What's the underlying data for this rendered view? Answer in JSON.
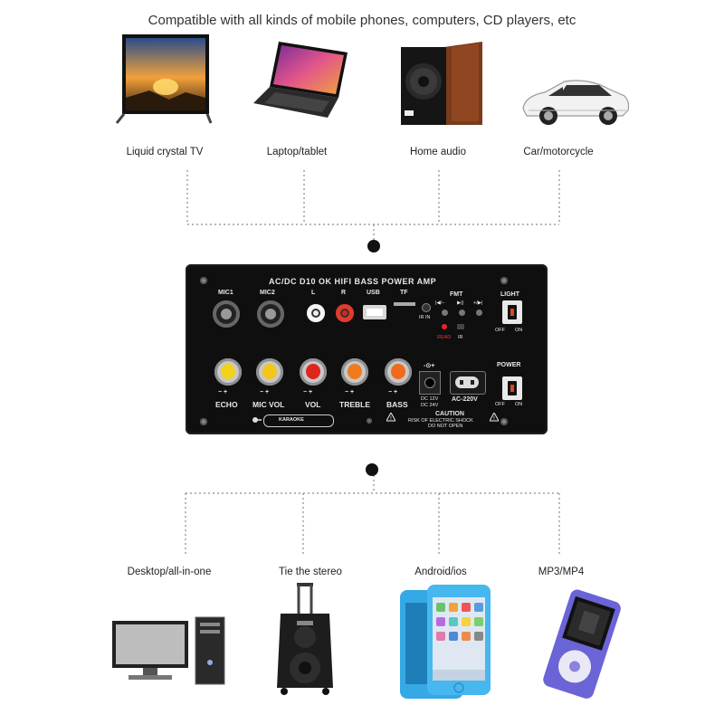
{
  "headline": "Compatible with all kinds of mobile phones, computers, CD players, etc",
  "top_devices": [
    {
      "label": "Liquid crystal TV",
      "icon": "tv-icon"
    },
    {
      "label": "Laptop/tablet",
      "icon": "laptop-icon"
    },
    {
      "label": "Home audio",
      "icon": "speaker-icon"
    },
    {
      "label": "Car/motorcycle",
      "icon": "car-icon"
    }
  ],
  "bottom_devices": [
    {
      "label": "Desktop/all-in-one",
      "icon": "desktop-icon"
    },
    {
      "label": "Tie the stereo",
      "icon": "trolley-speaker-icon"
    },
    {
      "label": "Android/ios",
      "icon": "phone-icon"
    },
    {
      "label": "MP3/MP4",
      "icon": "mp3-player-icon"
    }
  ],
  "board": {
    "title": "AC/DC  D10 OK  HIFI  BASS  POWER  AMP",
    "inputs": {
      "mic1": "MIC1",
      "mic2": "MIC2",
      "l": "L",
      "r": "R",
      "usb": "USB",
      "tf": "TF"
    },
    "controls": {
      "fmt": "FMT",
      "prev": "|◀/−",
      "play": "▶||",
      "next": "+/▶|",
      "ir_in": "IR IN",
      "read": "READ",
      "ir": "IR"
    },
    "light": {
      "label": "LIGHT",
      "off": "OFF",
      "on": "ON"
    },
    "power": {
      "label": "POWER",
      "off": "OFF",
      "on": "ON"
    },
    "knobs": [
      {
        "label": "ECHO",
        "color": "#f2d21a"
      },
      {
        "label": "MIC VOL",
        "color": "#f2c61a"
      },
      {
        "label": "VOL",
        "color": "#e0261c"
      },
      {
        "label": "TREBLE",
        "color": "#f07a1c"
      },
      {
        "label": "BASS",
        "color": "#ef6a1a"
      }
    ],
    "dc_in": {
      "top": "DC 12V",
      "bottom": "DC 24V"
    },
    "ac_in": "AC-220V",
    "brand": "KARAOKE",
    "caution": {
      "title": "CAUTION",
      "line1": "RISK OF ELECTRIC SHOCK",
      "line2": "DO NOT OPEN"
    }
  }
}
